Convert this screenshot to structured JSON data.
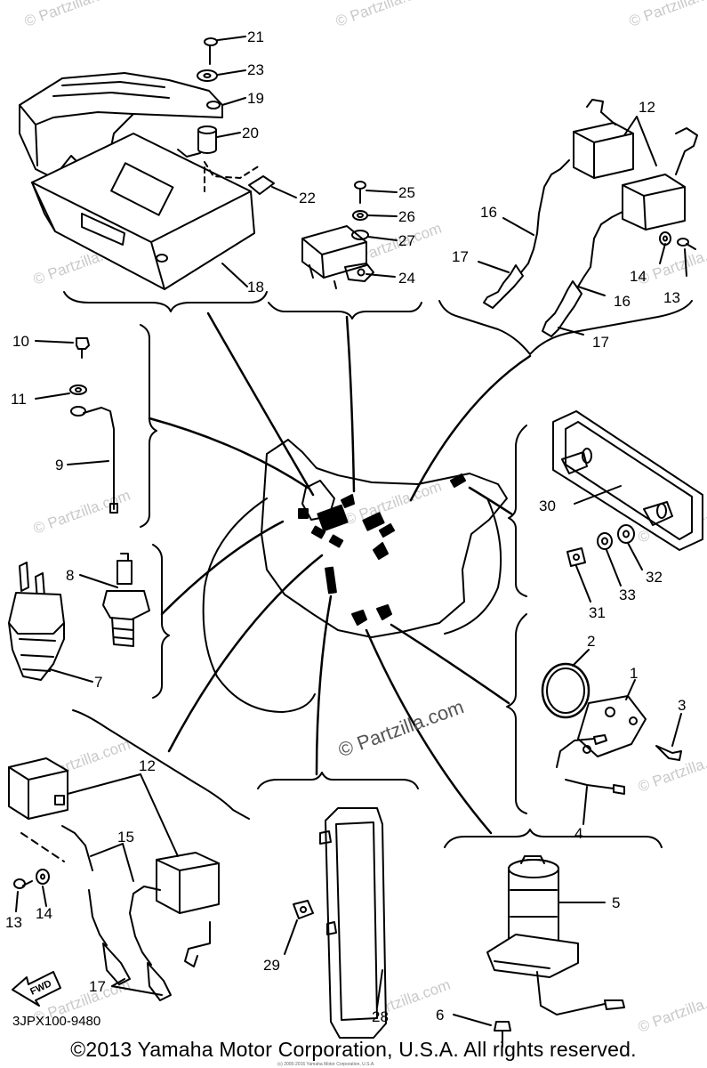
{
  "diagram": {
    "callouts": {
      "c1": "1",
      "c2": "2",
      "c3": "3",
      "c4": "4",
      "c5": "5",
      "c6": "6",
      "c7": "7",
      "c8": "8",
      "c9": "9",
      "c10": "10",
      "c11": "11",
      "c12a": "12",
      "c12b": "12",
      "c13a": "13",
      "c13b": "13",
      "c14a": "14",
      "c14b": "14",
      "c15": "15",
      "c16a": "16",
      "c16b": "16",
      "c17a": "17",
      "c17b": "17",
      "c17c": "17",
      "c18": "18",
      "c19": "19",
      "c20": "20",
      "c21": "21",
      "c22": "22",
      "c23": "23",
      "c24": "24",
      "c25": "25",
      "c26": "26",
      "c27": "27",
      "c28": "28",
      "c29": "29",
      "c30": "30",
      "c31": "31",
      "c32": "32",
      "c33": "33"
    },
    "fwd_label": "FWD",
    "diagram_code": "3JPX100-9480",
    "brand_label": "© Partzilla.com",
    "watermark": "© Partzilla.com",
    "fine_print": "(c) 2005-2016 Yamaha Motor Corporation, U.S.A.",
    "copyright": "©2013 Yamaha Motor Corporation, U.S.A. All rights reserved."
  }
}
